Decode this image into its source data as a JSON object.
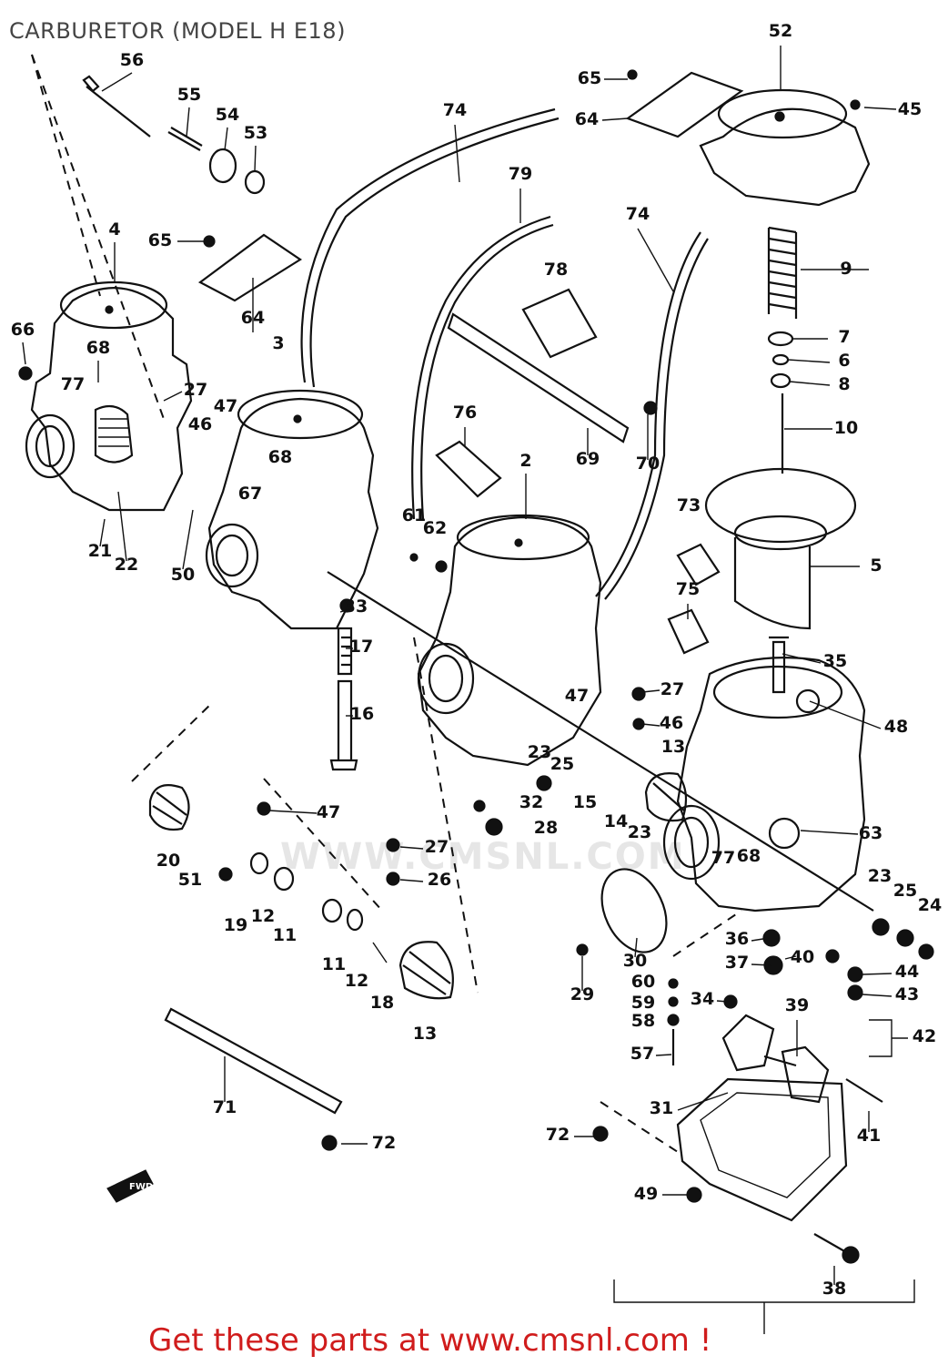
{
  "title": "CARBURETOR (MODEL H E18)",
  "footer_text": "Get these parts at www.cmsnl.com !",
  "watermark": "WWW.CMSNL.COM",
  "accent_color": "#d01c1c",
  "fwd_label": "FWD",
  "callouts": [
    "56",
    "55",
    "54",
    "53",
    "65",
    "64",
    "52",
    "45",
    "74",
    "79",
    "4",
    "65",
    "64",
    "66",
    "68",
    "77",
    "27",
    "47",
    "46",
    "3",
    "68",
    "78",
    "9",
    "7",
    "6",
    "8",
    "10",
    "74",
    "69",
    "70",
    "76",
    "2",
    "67",
    "21",
    "22",
    "50",
    "61",
    "62",
    "73",
    "5",
    "75",
    "33",
    "17",
    "16",
    "35",
    "27",
    "47",
    "46",
    "48",
    "23",
    "25",
    "15",
    "14",
    "13",
    "23",
    "32",
    "28",
    "47",
    "27",
    "26",
    "63",
    "20",
    "51",
    "19",
    "12",
    "11",
    "11",
    "12",
    "18",
    "13",
    "77",
    "68",
    "23",
    "25",
    "24",
    "30",
    "36",
    "37",
    "40",
    "44",
    "43",
    "29",
    "60",
    "59",
    "58",
    "34",
    "57",
    "39",
    "42",
    "31",
    "41",
    "72",
    "71",
    "72",
    "49",
    "38"
  ]
}
